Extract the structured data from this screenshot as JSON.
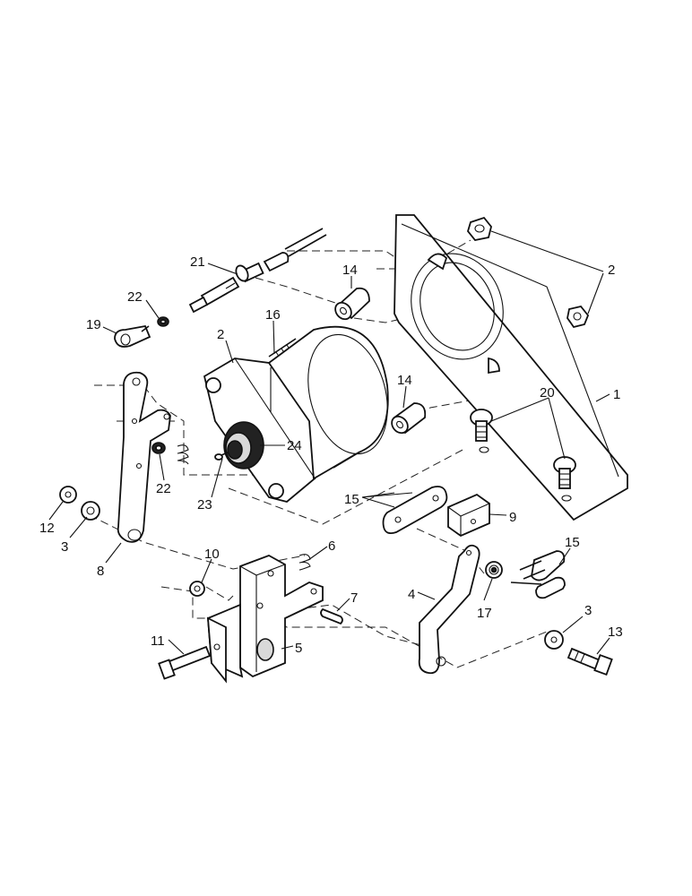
{
  "callouts": {
    "c1": "1",
    "c2a": "2",
    "c2b": "2",
    "c3a": "3",
    "c3b": "3",
    "c4": "4",
    "c5": "5",
    "c6": "6",
    "c7": "7",
    "c8": "8",
    "c9": "9",
    "c10": "10",
    "c11": "11",
    "c12": "12",
    "c13": "13",
    "c14a": "14",
    "c14b": "14",
    "c15a": "15",
    "c15b": "15",
    "c16": "16",
    "c17": "17",
    "c19": "19",
    "c20": "20",
    "c21": "21",
    "c22a": "22",
    "c22b": "22",
    "c23": "23",
    "c24": "24"
  }
}
